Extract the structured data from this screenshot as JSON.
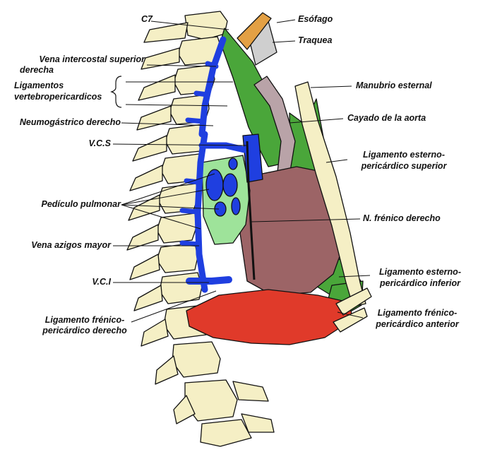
{
  "colors": {
    "vertebra_fill": "#f5efc5",
    "vena_blue": "#1f3fe0",
    "ligament_green": "#4aa63a",
    "pulmonary_fill": "#9ee39a",
    "pericardium_fill": "#9c6466",
    "diaphragm_red": "#e03a2a",
    "aorta_fill": "#b9a3a8",
    "trachea_fill": "#cfcfcf",
    "esophagus_fill": "#e3a044",
    "outline": "#111111"
  },
  "labels": {
    "c7": "C7",
    "esofago": "Esófago",
    "traquea": "Traquea",
    "vena_intercostal_1": "Vena intercostal superior",
    "vena_intercostal_2": "derecha",
    "lig_vertebro_1": "Ligamentos",
    "lig_vertebro_2": "vertebropericardicos",
    "neumogastrico": "Neumogástrico derecho",
    "vcs": "V.C.S",
    "pediculo": "Pedículo pulmonar",
    "vena_azigos": "Vena azigos mayor",
    "vci": "V.C.I",
    "lig_frenico_der_1": "Ligamento frénico-",
    "lig_frenico_der_2": "pericárdico derecho",
    "manubrio": "Manubrio esternal",
    "cayado": "Cayado de la aorta",
    "lig_esterno_sup_1": "Ligamento esterno-",
    "lig_esterno_sup_2": "pericárdico superior",
    "frenico": "N. frénico derecho",
    "lig_esterno_inf_1": "Ligamento esterno-",
    "lig_esterno_inf_2": "pericárdico inferior",
    "lig_frenico_ant_1": "Ligamento frénico-",
    "lig_frenico_ant_2": "pericárdico anterior"
  }
}
